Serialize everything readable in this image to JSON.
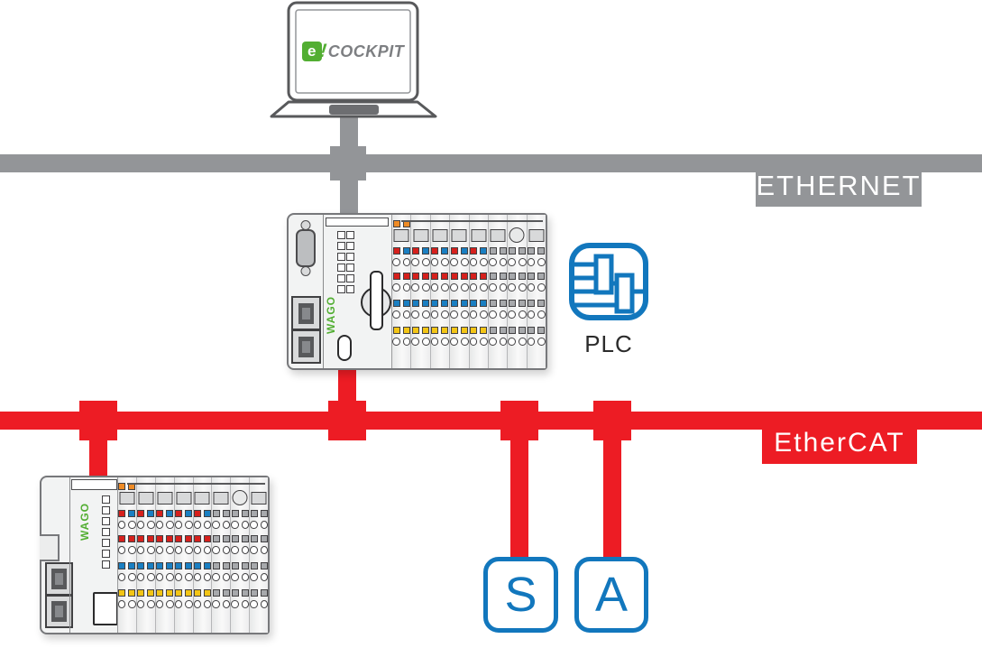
{
  "laptop": {
    "logo": {
      "e": "e",
      "bang": "!",
      "name": "COCKPIT"
    }
  },
  "buses": {
    "ethernet": {
      "label": "ETHERNET",
      "color": "#939598"
    },
    "ethercat": {
      "label": "EtherCAT",
      "color": "#ed1c24"
    }
  },
  "plc": {
    "label": "PLC",
    "color": "#1277bd"
  },
  "slave_nodes": [
    {
      "label": "S"
    },
    {
      "label": "A"
    }
  ],
  "devices": {
    "controller": {
      "brand": "WAGO",
      "modules": 8,
      "colored_modules": 5,
      "circle_top_module": 7,
      "orange_top_module": 1,
      "status_leds": 12,
      "status_led_columns": 2
    },
    "coupler": {
      "brand": "WAGO",
      "modules": 8,
      "colored_modules": 5,
      "circle_top_module": 7,
      "orange_top_module": 1,
      "status_leds": 7,
      "status_led_columns": 1
    }
  },
  "module_led_colors": {
    "rows": [
      [
        "red",
        "blue"
      ],
      [
        "red",
        "red"
      ],
      [
        "blue",
        "blue"
      ],
      [
        "yellow",
        "yellow"
      ]
    ],
    "palette": {
      "red": "#d6201c",
      "blue": "#1a7fc2",
      "yellow": "#f3c515",
      "gray": "#a7a9ac",
      "orange": "#ef8b25"
    }
  }
}
